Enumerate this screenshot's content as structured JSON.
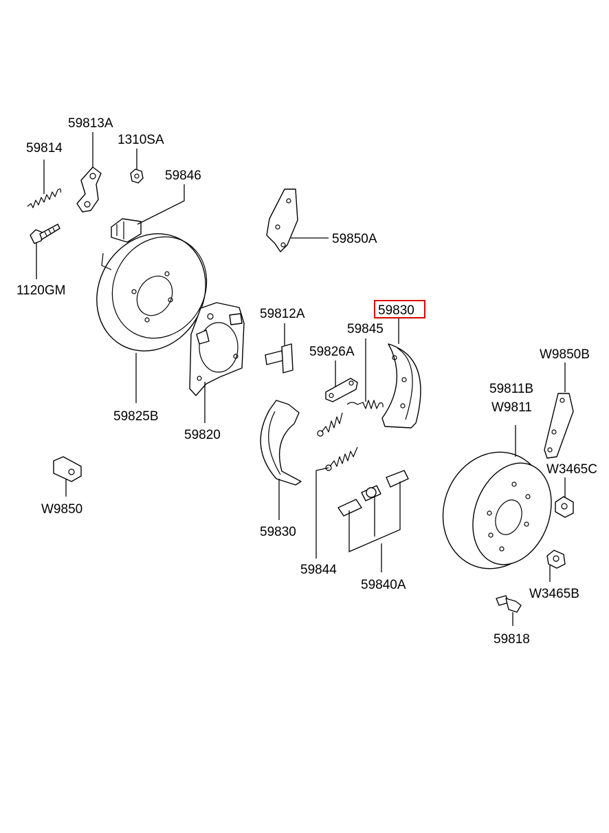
{
  "diagram": {
    "part_numbers": {
      "p59813A": "59813A",
      "p1310SA": "1310SA",
      "p59814": "59814",
      "p59846": "59846",
      "p59850A": "59850A",
      "p1120GM": "1120GM",
      "p59830_highlight": "59830",
      "p59812A": "59812A",
      "p59845": "59845",
      "p59826A": "59826A",
      "pW9850B": "W9850B",
      "p59825B": "59825B",
      "p59820": "59820",
      "p59811B": "59811B",
      "pW9811": "W9811",
      "pW3465C": "W3465C",
      "pW9850": "W9850",
      "p59830": "59830",
      "p59844": "59844",
      "p59840A": "59840A",
      "pW3465B": "W3465B",
      "p59818": "59818"
    },
    "highlighted_part": "59830",
    "highlight_color": "#e00000"
  }
}
